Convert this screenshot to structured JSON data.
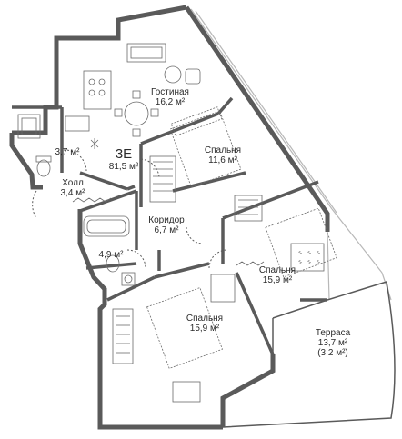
{
  "apartment": {
    "code": "3E",
    "total_area": "81,5 м²"
  },
  "rooms": {
    "living": {
      "name": "Гостиная",
      "area": "16,2 м²"
    },
    "bathroom_top": {
      "area": "3,7 м²"
    },
    "hall": {
      "name": "Холл",
      "area": "3,4 м²"
    },
    "bedroom_1": {
      "name": "Спальня",
      "area": "11,6 м²"
    },
    "corridor": {
      "name": "Коридор",
      "area": "6,7 м²"
    },
    "bathroom_mid": {
      "area": "4,9 м²"
    },
    "bedroom_2": {
      "name": "Спальня",
      "area": "15,9 м²"
    },
    "bedroom_3": {
      "name": "Спальня",
      "area": "15,9 м²"
    },
    "terrace": {
      "name": "Терраса",
      "area": "13,7 м²",
      "reduced_area": "(3,2 м²)"
    }
  },
  "colors": {
    "wall": "#5a5a5a",
    "window": "#b8b8b8",
    "furniture": "#6a6a6a",
    "text": "#2b2b2b"
  }
}
